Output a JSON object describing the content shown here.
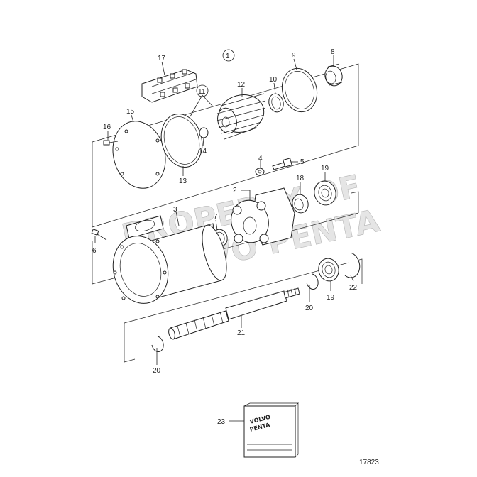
{
  "diagram": {
    "watermark": [
      "PROPERTY OF",
      "VOLVO PENTA"
    ],
    "drawing_number": "17823",
    "kit_logo": [
      "VOLVO",
      "PENTA"
    ],
    "callouts": [
      {
        "id": "c1",
        "label": "1",
        "circled": true
      },
      {
        "id": "c2",
        "label": "2"
      },
      {
        "id": "c3",
        "label": "3"
      },
      {
        "id": "c4",
        "label": "4"
      },
      {
        "id": "c5",
        "label": "5"
      },
      {
        "id": "c6",
        "label": "6"
      },
      {
        "id": "c7",
        "label": "7"
      },
      {
        "id": "c8",
        "label": "8"
      },
      {
        "id": "c9",
        "label": "9"
      },
      {
        "id": "c10",
        "label": "10"
      },
      {
        "id": "c11",
        "label": "11",
        "circled": true
      },
      {
        "id": "c12",
        "label": "12"
      },
      {
        "id": "c13",
        "label": "13"
      },
      {
        "id": "c14",
        "label": "14"
      },
      {
        "id": "c15",
        "label": "15"
      },
      {
        "id": "c16",
        "label": "16"
      },
      {
        "id": "c17",
        "label": "17"
      },
      {
        "id": "c18",
        "label": "18"
      },
      {
        "id": "c19a",
        "label": "19"
      },
      {
        "id": "c19b",
        "label": "19"
      },
      {
        "id": "c20a",
        "label": "20"
      },
      {
        "id": "c20b",
        "label": "20"
      },
      {
        "id": "c21",
        "label": "21"
      },
      {
        "id": "c22",
        "label": "22"
      },
      {
        "id": "c23",
        "label": "23"
      }
    ]
  }
}
